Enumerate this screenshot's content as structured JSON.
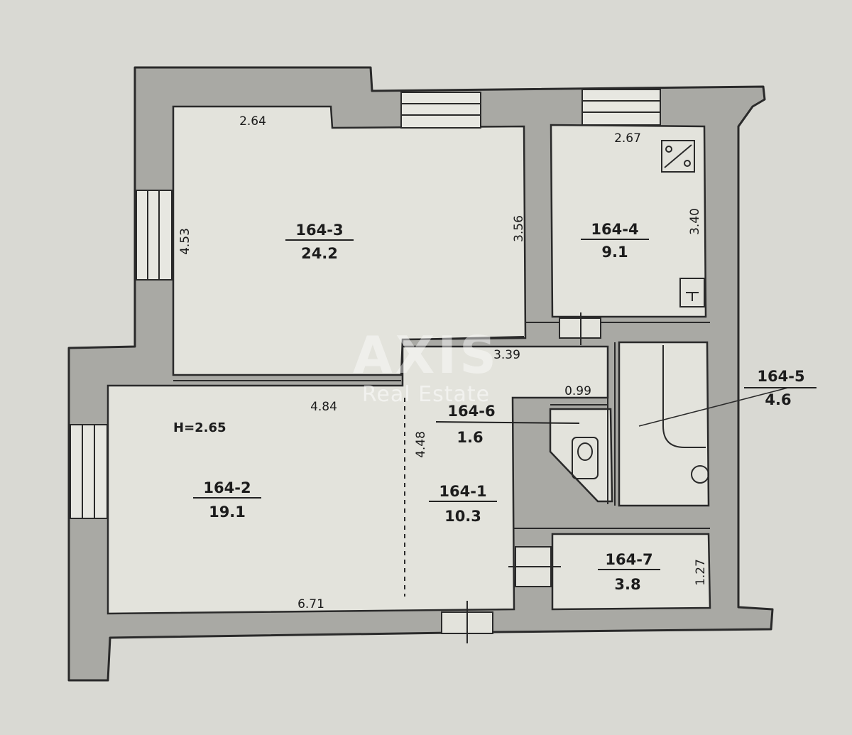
{
  "rooms": [
    {
      "id": "164-3",
      "area": "24.2"
    },
    {
      "id": "164-4",
      "area": "9.1"
    },
    {
      "id": "164-5",
      "area": "4.6"
    },
    {
      "id": "164-6",
      "area": "1.6"
    },
    {
      "id": "164-2",
      "area": "19.1"
    },
    {
      "id": "164-1",
      "area": "10.3"
    },
    {
      "id": "164-7",
      "area": "3.8"
    }
  ],
  "dimensions": [
    "2.64",
    "2.67",
    "4.53",
    "3.56",
    "3.40",
    "3.39",
    "0.99",
    "4.84",
    "4.48",
    "6.71",
    "1.27"
  ],
  "ceiling_height": "H=2.65",
  "watermark": {
    "brand": "AXIS",
    "subtitle": "Real Estate"
  },
  "colors": {
    "background": "#d9d9d3",
    "wall": "#a9a9a4",
    "floor": "#e3e3dc",
    "line": "#2a2a2a"
  }
}
